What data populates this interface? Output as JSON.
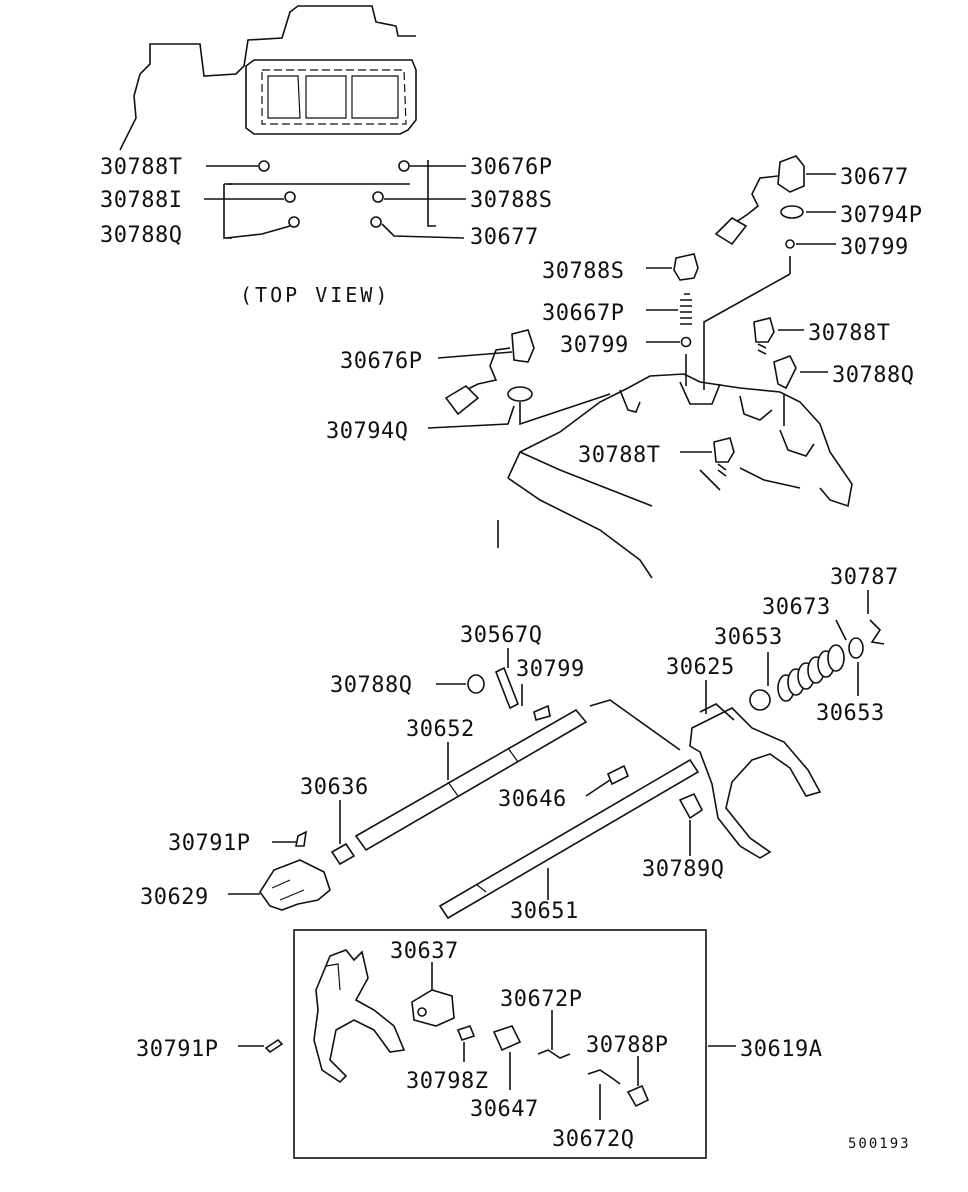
{
  "top_view": {
    "caption": "(TOP VIEW)",
    "labels_left": [
      "30788T",
      "30788I",
      "30788Q"
    ],
    "labels_right": [
      "30676P",
      "30788S",
      "30677"
    ]
  },
  "upper_assembly": {
    "labels": [
      "30677",
      "30794P",
      "30799",
      "30788S",
      "30667P",
      "30799",
      "30788T",
      "30676P",
      "30788Q",
      "30794Q",
      "30788T"
    ]
  },
  "middle_assembly": {
    "labels": [
      "30787",
      "30673",
      "30653",
      "30567Q",
      "30625",
      "30788Q",
      "30799",
      "30652",
      "30653",
      "30636",
      "30646",
      "30791P",
      "30789Q",
      "30629",
      "30651"
    ]
  },
  "kit": {
    "labels": [
      "30637",
      "30672P",
      "30788P",
      "30791P",
      "30619A",
      "30798Z",
      "30647",
      "30672Q"
    ]
  },
  "diagram_code": "500193"
}
